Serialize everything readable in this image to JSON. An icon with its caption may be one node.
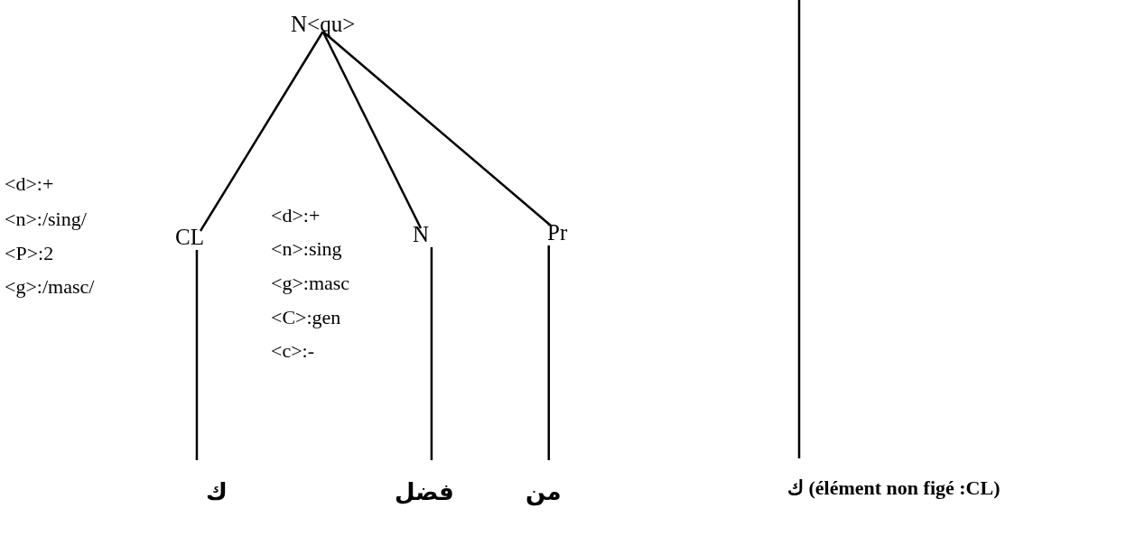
{
  "diagram": {
    "nodes": [
      {
        "text": [
          "N<qu>"
        ]
      },
      {
        "text": [
          "CL"
        ],
        "beside": [
          "<d>:+",
          "<n>:/sing/",
          "<P>:2",
          "<g>:/masc/"
        ]
      },
      {
        "text": [
          "N"
        ],
        "beside": [
          "<d>:+",
          "<n>:sing",
          "<g>:masc",
          "<C>:gen",
          "<c>:-"
        ]
      },
      {
        "text": [
          "Pr"
        ]
      },
      {
        "text": [
          "ك"
        ]
      },
      {
        "text": [
          "فضل"
        ]
      },
      {
        "text": [
          "من"
        ]
      },
      {
        "text": [
          "ك (élément non figé :CL)"
        ]
      }
    ],
    "edges": [
      {
        "from": 0,
        "to": 1,
        "arrow": "none"
      },
      {
        "from": 0,
        "to": 2,
        "arrow": "none"
      },
      {
        "from": 0,
        "to": 3,
        "arrow": "none"
      },
      {
        "from": 1,
        "to": 4,
        "arrow": "none"
      },
      {
        "from": 2,
        "to": 5,
        "arrow": "none"
      },
      {
        "from": 3,
        "to": 6,
        "arrow": "none"
      },
      {
        "from": null,
        "to": 7,
        "arrow": "none"
      }
    ]
  }
}
